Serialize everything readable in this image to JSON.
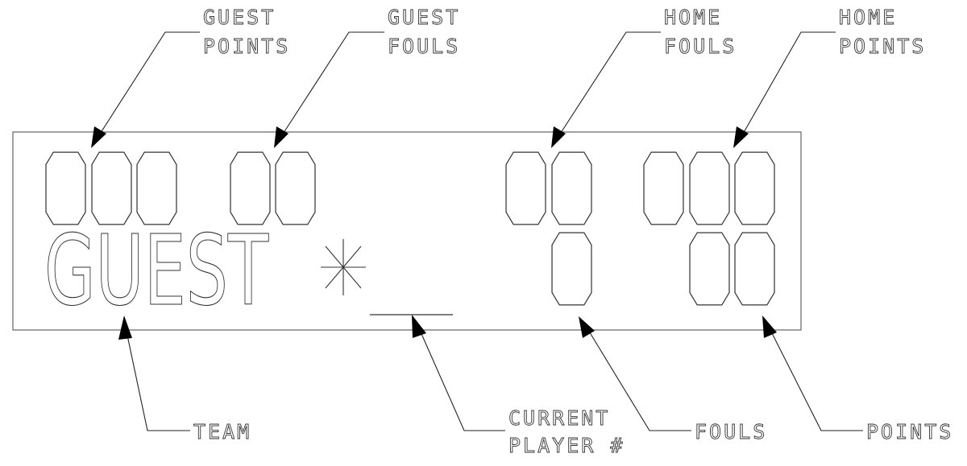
{
  "callouts": {
    "guest_points": [
      "GUEST",
      "POINTS"
    ],
    "guest_fouls": [
      "GUEST",
      "FOULS"
    ],
    "home_fouls": [
      "HOME",
      "FOULS"
    ],
    "home_points": [
      "HOME",
      "POINTS"
    ],
    "team": "TEAM",
    "current_player": [
      "CURRENT",
      "PLAYER #"
    ],
    "fouls": "FOULS",
    "points": "POINTS"
  },
  "display": {
    "guest_points": "000",
    "guest_fouls": "00",
    "home_fouls": "00",
    "home_points": "000",
    "team_name": "GUEST",
    "possession_marker": "*",
    "player_fouls": "0",
    "player_points": "00"
  }
}
